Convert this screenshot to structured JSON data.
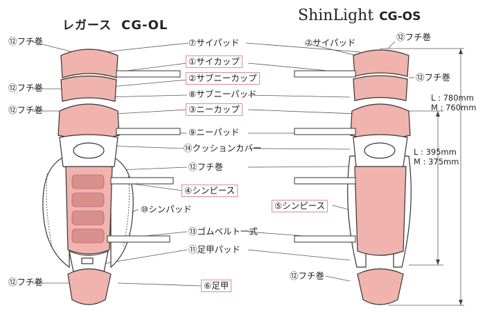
{
  "titles": {
    "left_name": "レガース",
    "left_model": "CG-OL",
    "right_brand": "ShinLight",
    "right_model": "CG-OS"
  },
  "labels": {
    "fuchimaki": "⑫フチ巻",
    "thigh_pad": "⑦サイパッド",
    "thigh_cup": "①サイカップ",
    "sub_knee_cup": "②サブニーカップ",
    "sub_knee_pad": "⑧サブニーパッド",
    "knee_cup": "③ニーカップ",
    "knee_pad": "⑨ニーパッド",
    "cushion_cover": "⑭クッションカバー",
    "shin_piece_left": "④シンピース",
    "shin_piece_right": "⑤シンピース",
    "shin_pad": "⑩シンパッド",
    "rubber_belt": "⑬ゴムベルト一式",
    "instep_pad": "⑪足甲パッド",
    "instep": "⑥足甲"
  },
  "dimensions": {
    "total_l": "L : 780mm",
    "total_m": "M : 760mm",
    "shin_l": "L : 395mm",
    "shin_m": "M : 375mm"
  },
  "colors": {
    "pink": "#f0b3ae",
    "pink_dark": "#d98f8b",
    "outline": "#333333",
    "highlight_box": "#e08a92"
  }
}
